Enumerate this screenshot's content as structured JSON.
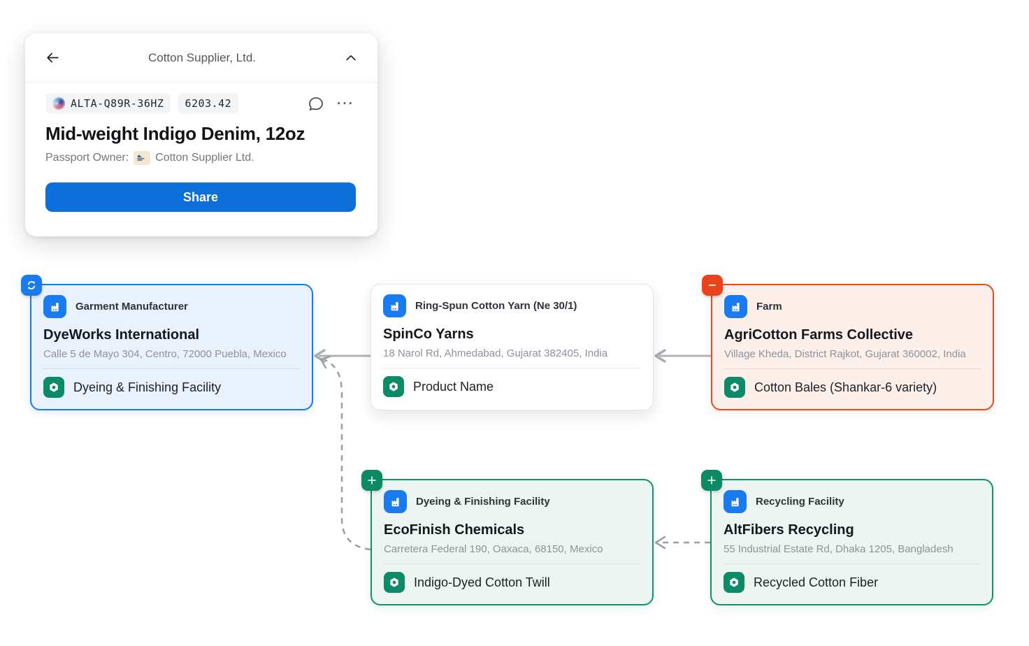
{
  "panel": {
    "title": "Cotton Supplier, Ltd.",
    "id_code": "ALTA-Q89R-36HZ",
    "tariff_code": "6203.42",
    "product_title": "Mid-weight Indigo Denim, 12oz",
    "owner_label": "Passport Owner:",
    "owner_name": "Cotton Supplier Ltd.",
    "share_label": "Share",
    "ellipsis": "···"
  },
  "nodes": [
    {
      "role": "Garment Manufacturer",
      "name": "DyeWorks International",
      "address": "Calle 5 de Mayo 304, Centro, 72000 Puebla, Mexico",
      "product": "Dyeing & Finishing Facility",
      "variant": "blue",
      "corner_badge": "sync"
    },
    {
      "role": "Ring-Spun Cotton Yarn (Ne 30/1)",
      "name": "SpinCo Yarns",
      "address": "18 Narol Rd, Ahmedabad, Gujarat 382405, India",
      "product": "Product Name",
      "variant": "white",
      "corner_badge": null
    },
    {
      "role": "Farm",
      "name": "AgriCotton Farms Collective",
      "address": "Village Kheda, District Rajkot, Gujarat 360002, India",
      "product": "Cotton Bales (Shankar-6 variety)",
      "variant": "orange",
      "corner_badge": "minus"
    },
    {
      "role": "Dyeing & Finishing Facility",
      "name": "EcoFinish Chemicals",
      "address": "Carretera Federal 190, Oaxaca, 68150, Mexico",
      "product": "Indigo-Dyed Cotton Twill",
      "variant": "green",
      "corner_badge": "plus"
    },
    {
      "role": "Recycling Facility",
      "name": "AltFibers Recycling",
      "address": "55 Industrial Estate Rd, Dhaka 1205, Bangladesh",
      "product": "Recycled Cotton Fiber",
      "variant": "green",
      "corner_badge": "plus"
    }
  ],
  "edges": [
    {
      "from": "SpinCo Yarns",
      "to": "DyeWorks International",
      "style": "solid"
    },
    {
      "from": "AgriCotton Farms Collective",
      "to": "SpinCo Yarns",
      "style": "solid"
    },
    {
      "from": "AltFibers Recycling",
      "to": "EcoFinish Chemicals",
      "style": "dashed"
    },
    {
      "from": "EcoFinish Chemicals",
      "to": "DyeWorks International",
      "style": "dashed"
    }
  ],
  "colors": {
    "accent_blue": "#1a7af0",
    "share_blue": "#0d6fd9",
    "icon_green": "#0d8a68",
    "badge_red": "#e8431a",
    "badge_green": "#0c8a66",
    "card_blue_bg": "#e8f1fc",
    "card_orange_bg": "#fdefe9",
    "card_orange_border": "#ea4b1e",
    "card_green_bg": "#ecf5f1",
    "card_green_border": "#12916f",
    "arrow_gray": "#b0b4b9"
  }
}
